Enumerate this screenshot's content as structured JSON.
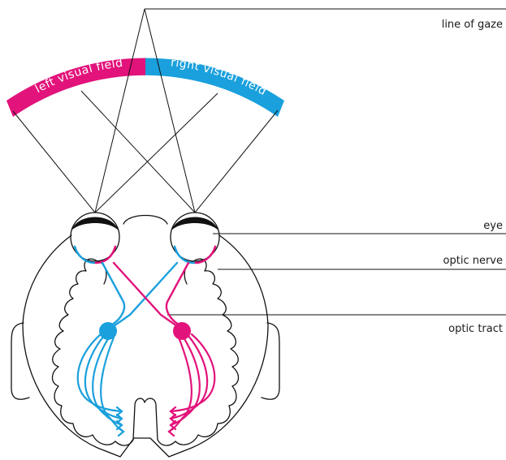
{
  "labels": {
    "gaze": "line of gaze",
    "eye": "eye",
    "optic_nerve": "optic nerve",
    "optic_tract": "optic tract"
  },
  "visual_field": {
    "left": "left visual field",
    "right": "right visual field"
  },
  "colors": {
    "left_field": "#e2137b",
    "right_field": "#1aa0dc",
    "ink": "#111111"
  }
}
